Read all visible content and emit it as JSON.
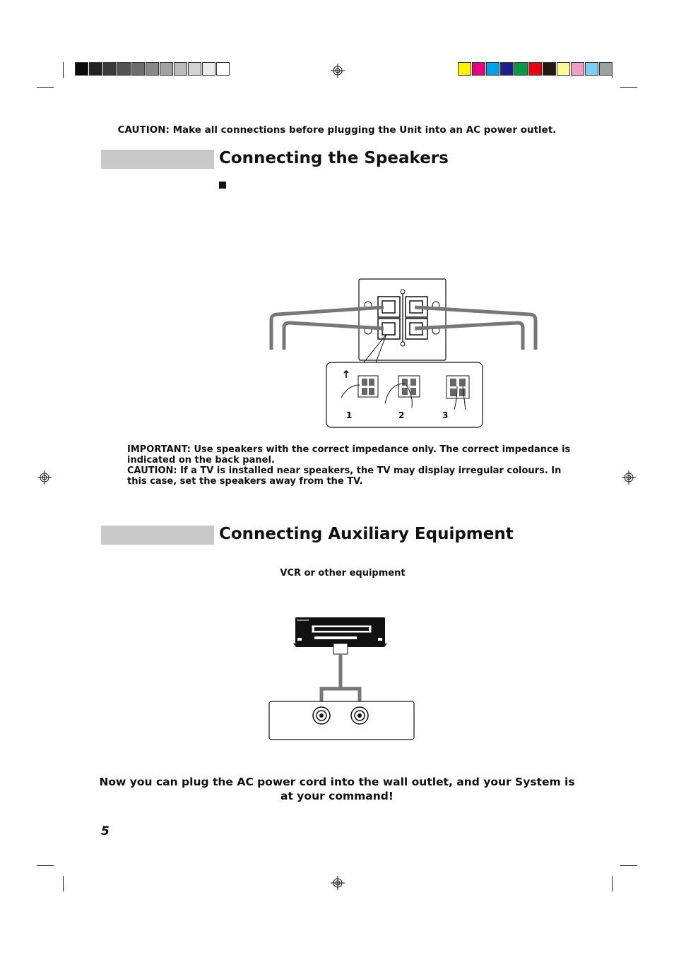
{
  "caution_top": "CAUTION: Make all connections before plugging the Unit into an AC power outlet.",
  "section_speakers": {
    "title": "Connecting the Speakers"
  },
  "speaker_diagram": {
    "step_labels": [
      "1",
      "2",
      "3"
    ]
  },
  "notes": {
    "important": "IMPORTANT: Use speakers with the correct impedance only. The correct impedance is indicated on the back panel.",
    "caution": "CAUTION: If a TV is installed near speakers, the TV may display irregular colours. In this case, set the speakers away from the TV."
  },
  "section_aux": {
    "title": "Connecting Auxiliary Equipment"
  },
  "aux_diagram": {
    "device_label": "VCR or other equipment"
  },
  "final_message": "Now you can plug the AC power cord into the wall outlet, and your System is at your command!",
  "page_number": "5",
  "colors": {
    "grayscale_swatches": [
      "#0a0a0a",
      "#222222",
      "#3a3a3a",
      "#535353",
      "#6d6d6d",
      "#888888",
      "#a2a2a2",
      "#bcbcbc",
      "#d4d4d4",
      "#ececec",
      "#ffffff"
    ],
    "color_swatches": [
      "#fff200",
      "#e5007d",
      "#00a0e9",
      "#1d2088",
      "#009944",
      "#e60012",
      "#231815",
      "#fff799",
      "#f19ec2",
      "#7ecef4",
      "#9fa0a0"
    ],
    "section_bar": "#c8c8c8"
  }
}
